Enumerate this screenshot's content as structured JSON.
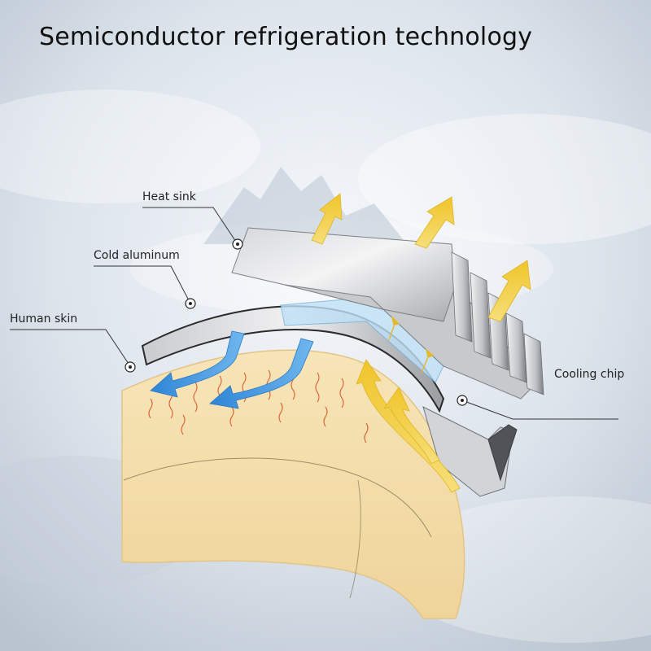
{
  "title": "Semiconductor refrigeration technology",
  "labels": {
    "heat_sink": "Heat sink",
    "cold_aluminum": "Cold aluminum",
    "human_skin": "Human skin",
    "cooling_chip": "Cooling chip"
  },
  "colors": {
    "skin": "#f4deab",
    "skin_edge": "#e6c888",
    "metal_light": "#e9eaec",
    "metal_dark": "#8e9195",
    "heat_arrow": "#f2cf3e",
    "cold_arrow": "#4aa0e6",
    "heat_wave": "#d9572a"
  }
}
